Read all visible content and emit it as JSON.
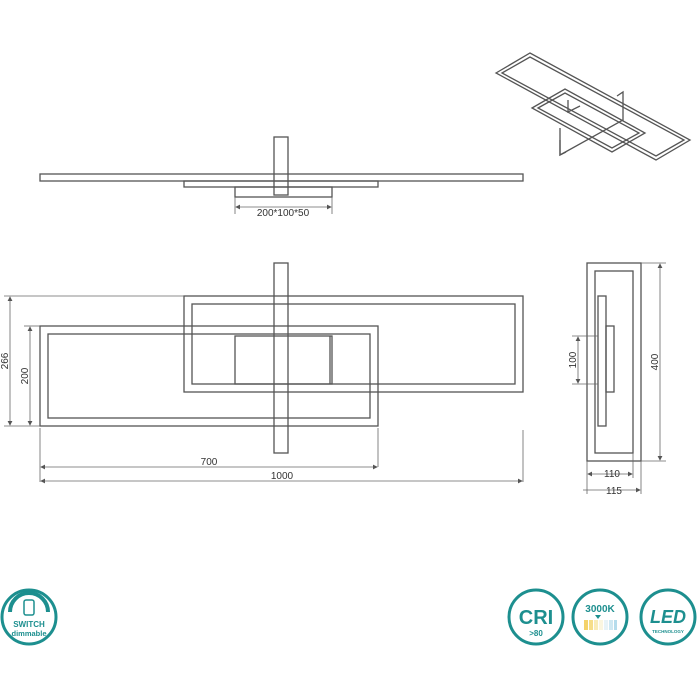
{
  "dimensions": {
    "box": "200*100*50",
    "height_total": "266",
    "height_frame": "200",
    "width_frame": "700",
    "width_total": "1000",
    "side_height": "400",
    "side_inner": "100",
    "depth_inner": "110",
    "depth_total": "115"
  },
  "badges": {
    "switch": {
      "line1": "SWITCH",
      "line2": "dimmable"
    },
    "cri": {
      "label": "CRI",
      "value": ">80"
    },
    "cct": {
      "label": "3000K"
    },
    "led": {
      "label": "LED",
      "sub": "TECHNOLOGY"
    }
  },
  "colors": {
    "badge": "#1d8f8f",
    "line": "#555555"
  }
}
